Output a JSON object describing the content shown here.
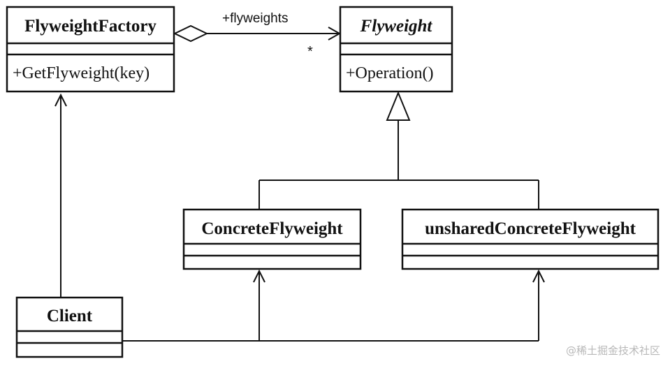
{
  "classes": {
    "flyweight_factory": {
      "name": "FlyweightFactory",
      "operation": "+GetFlyweight(key)"
    },
    "flyweight": {
      "name": "Flyweight",
      "operation": "+Operation()"
    },
    "concrete_flyweight": {
      "name": "ConcreteFlyweight"
    },
    "unshared_concrete_flyweight": {
      "name": "unsharedConcreteFlyweight"
    },
    "client": {
      "name": "Client"
    }
  },
  "relations": {
    "aggregation_role": "+flyweights",
    "aggregation_multiplicity": "*"
  },
  "watermark": "@稀土掘金技术社区"
}
